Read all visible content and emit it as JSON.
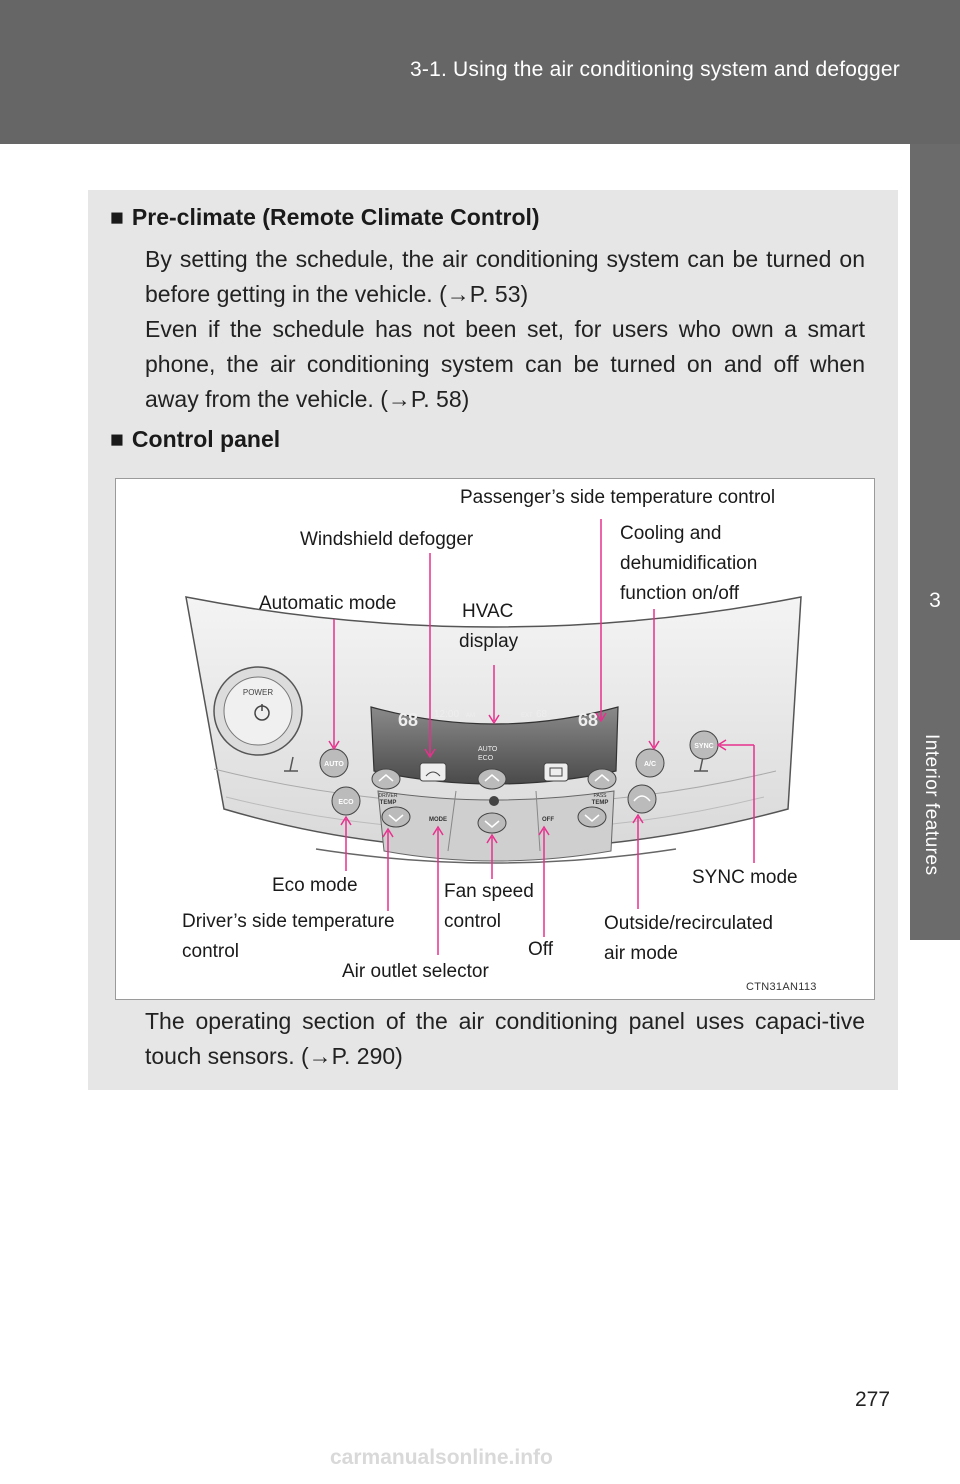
{
  "header": {
    "title": "3-1. Using the air conditioning system and defogger"
  },
  "side_tab": {
    "number": "3",
    "label": "Interior features"
  },
  "page_number": "277",
  "footer_logo": "carmanualsonline.info",
  "section1": {
    "marker": "■",
    "heading": "Pre-climate (Remote Climate Control)",
    "para1": "By setting the schedule, the air conditioning system can be turned on before getting in the vehicle. (→P. 53)",
    "para2": "Even if the schedule has not been set, for users who own a smart phone, the air conditioning system can be turned on and off when away from the vehicle. (→P. 58)"
  },
  "section2": {
    "marker": "■",
    "heading": "Control panel",
    "para": "The operating section of the air conditioning panel uses capaci-tive touch sensors. (→P. 290)"
  },
  "figure": {
    "id": "CTN31AN113",
    "labels": {
      "passenger_temp": "Passenger’s side temperature control",
      "windshield": "Windshield defogger",
      "cooling_1": "Cooling and",
      "cooling_2": "dehumidification",
      "cooling_3": "function on/off",
      "auto": "Automatic mode",
      "hvac_1": "HVAC",
      "hvac_2": "display",
      "eco": "Eco mode",
      "fan_1": "Fan speed",
      "fan_2": "control",
      "sync": "SYNC mode",
      "driver_1": "Driver’s side temperature",
      "driver_2": "control",
      "off": "Off",
      "outside_1": "Outside/recirculated",
      "outside_2": "air mode",
      "air_outlet": "Air outlet selector"
    },
    "panel_text": {
      "power": "POWER",
      "temp_left": "68",
      "temp_right": "68",
      "clock": "12:00",
      "clock_suffix": "AM",
      "ext": "EXT",
      "ext_temp": "68",
      "display_auto": "AUTO",
      "display_eco": "ECO",
      "auto_btn": "AUTO",
      "eco_btn": "ECO",
      "driver_small": "DRIVER",
      "driver_temp": "TEMP",
      "mode": "MODE",
      "off_btn": "OFF",
      "pass_small": "PASS",
      "pass_temp": "TEMP",
      "ac": "A/C",
      "sync_btn": "SYNC"
    }
  },
  "colors": {
    "callout": "#e8308e",
    "header": "#666666",
    "card": "#e6e6e6"
  }
}
